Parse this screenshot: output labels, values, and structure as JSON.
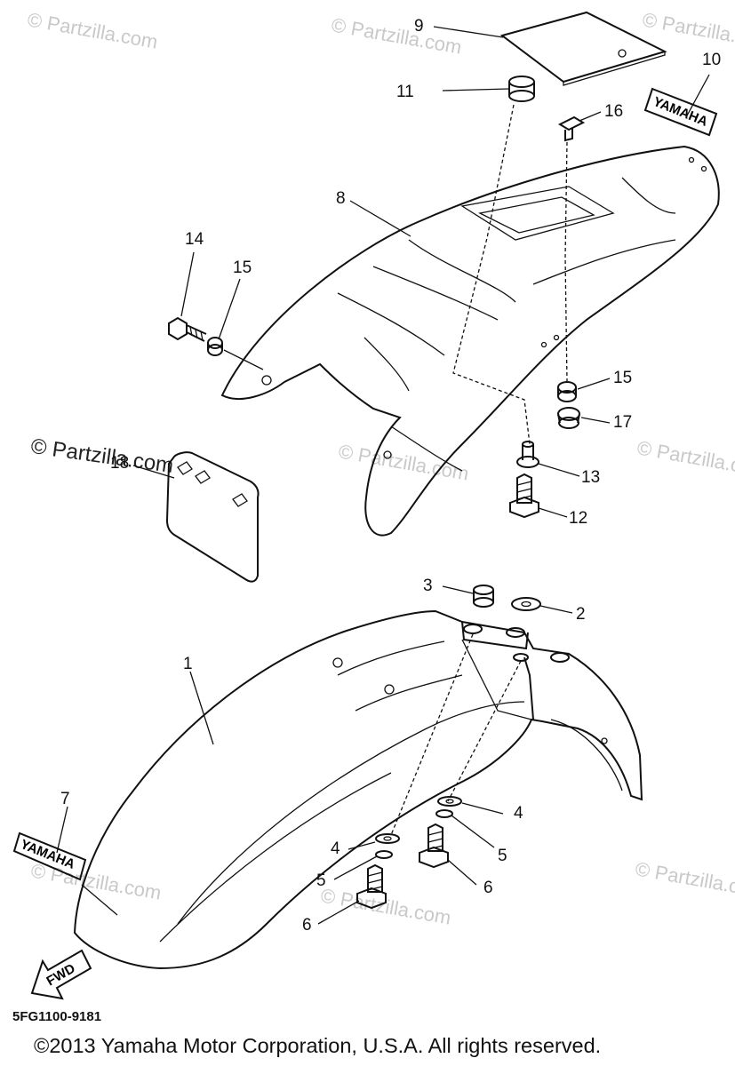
{
  "diagram": {
    "callouts": [
      {
        "id": "c9",
        "text": "9"
      },
      {
        "id": "c10",
        "text": "10"
      },
      {
        "id": "c11",
        "text": "11"
      },
      {
        "id": "c16",
        "text": "16"
      },
      {
        "id": "c8",
        "text": "8"
      },
      {
        "id": "c14",
        "text": "14"
      },
      {
        "id": "c15a",
        "text": "15"
      },
      {
        "id": "c15b",
        "text": "15"
      },
      {
        "id": "c17",
        "text": "17"
      },
      {
        "id": "c18",
        "text": "18"
      },
      {
        "id": "c13",
        "text": "13"
      },
      {
        "id": "c12",
        "text": "12"
      },
      {
        "id": "c3",
        "text": "3"
      },
      {
        "id": "c2",
        "text": "2"
      },
      {
        "id": "c1",
        "text": "1"
      },
      {
        "id": "c7",
        "text": "7"
      },
      {
        "id": "c4a",
        "text": "4"
      },
      {
        "id": "c4b",
        "text": "4"
      },
      {
        "id": "c5a",
        "text": "5"
      },
      {
        "id": "c5b",
        "text": "5"
      },
      {
        "id": "c6a",
        "text": "6"
      },
      {
        "id": "c6b",
        "text": "6"
      }
    ],
    "decal_text_top": "YAMAHA",
    "decal_text_side": "YAMAHA",
    "fwd_label": "FWD",
    "diagram_code": "5FG1100-9181",
    "copyright": "©2013 Yamaha Motor Corporation, U.S.A. All rights reserved."
  },
  "watermark": {
    "text": "© Partzilla.com",
    "highlight_text": "© Partzilla.com"
  },
  "colors": {
    "line": "#111111",
    "watermark": "#c9c9c9",
    "background": "#ffffff"
  }
}
